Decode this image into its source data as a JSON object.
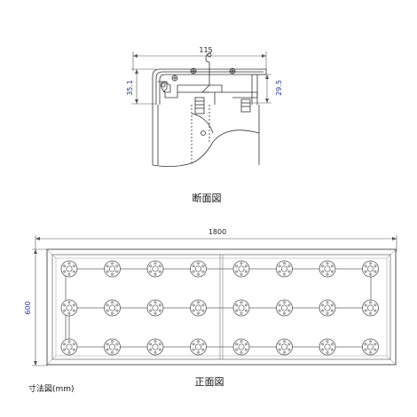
{
  "section": {
    "width_label": "115",
    "left_height_label": "35.1",
    "right_height_label": "29.5",
    "caption": "断面図"
  },
  "front": {
    "width_label": "1800",
    "height_label": "600",
    "caption": "正面図",
    "rows": 3,
    "cols": 8
  },
  "note": "寸法図(mm)",
  "colors": {
    "line": "#333333",
    "dimension_blue": "#2b3a8f",
    "frame_grey": "#777777"
  }
}
